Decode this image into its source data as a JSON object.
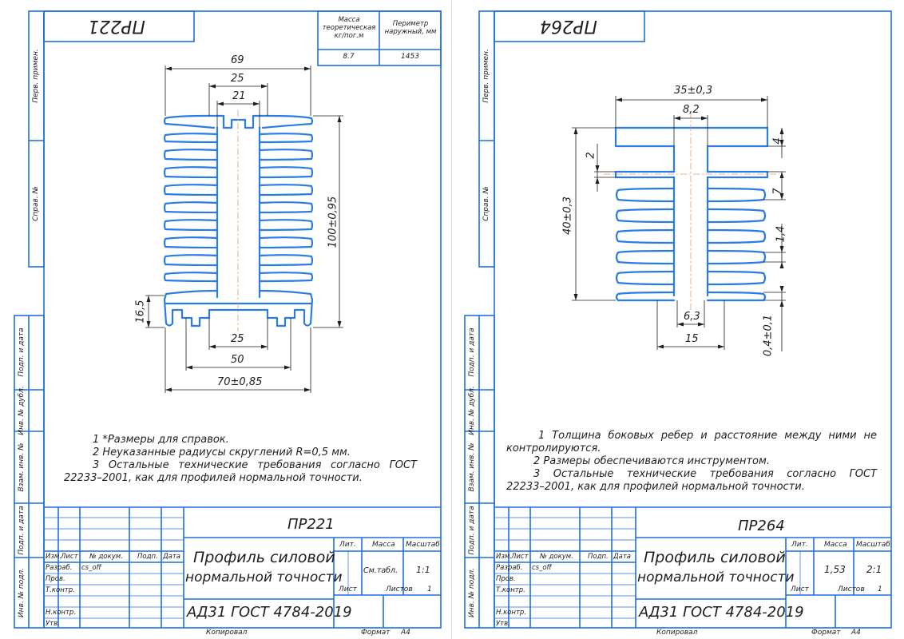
{
  "sheets": [
    {
      "code": "ПР221",
      "mass_header": "Масса теоретическая кг/пог.м",
      "perimeter_header": "Периметр наружный, мм",
      "mass_value": "8.7",
      "perimeter_value": "1453",
      "side_labels": [
        "Перв. примен.",
        "Справ. №",
        "Подп. и дата",
        "Инв. № дубл.",
        "Взам. инв. №",
        "Подп. и дата",
        "Инв. № подл."
      ],
      "dimensions": {
        "d69": "69",
        "d25_top": "25",
        "d21": "21",
        "d100": "100±0,95",
        "d16_5": "16,5",
        "d25_bottom": "25",
        "d50": "50",
        "d70": "70±0,85"
      },
      "notes": [
        "1 *Размеры для справок.",
        "2 Неуказанные радиусы скруглений R=0,5 мм.",
        "3 Остальные технические требования согласно ГОСТ",
        "22233–2001, как для профилей нормальной точности."
      ],
      "title_block": {
        "code": "ПР221",
        "name_line1": "Профиль силовой",
        "name_line2": "нормальной точности",
        "material": "АД31 ГОСТ 4784-2019",
        "cols": {
          "izm": "Изм.",
          "list": "Лист",
          "doc": "№ докум.",
          "sign": "Подп.",
          "date": "Дата"
        },
        "roles": [
          "Разраб.",
          "Пров.",
          "Т.контр.",
          "",
          "Н.контр.",
          "Утв."
        ],
        "developer": "cs_off",
        "lit": "Лит.",
        "mass": "Масса",
        "scale": "Масштаб",
        "mass_value": "См.табл.",
        "scale_value": "1:1",
        "sheet": "Лист",
        "sheets": "Листов",
        "sheets_value": "1",
        "copied": "Копировал",
        "format": "Формат",
        "format_value": "А4"
      }
    },
    {
      "code": "ПР264",
      "side_labels": [
        "Перв. примен.",
        "Справ. №",
        "Подп. и дата",
        "Инв. № дубл.",
        "Взам. инв. №",
        "Подп. и дата",
        "Инв. № подл."
      ],
      "dimensions": {
        "d35": "35±0,3",
        "d8_2": "8,2",
        "d4": "4",
        "d2": "2",
        "d7": "7",
        "d1_4": "1,4",
        "d40": "40±0,3",
        "d6_3": "6,3",
        "d15": "15",
        "d0_4": "0,4±0,1"
      },
      "notes": [
        "1 Толщина боковых ребер и расстояние между ними не",
        "контролируются.",
        "2 Размеры обеспечиваются инструментом.",
        "3 Остальные технические требования согласно ГОСТ",
        "22233–2001, как для профилей нормальной точности."
      ],
      "title_block": {
        "code": "ПР264",
        "name_line1": "Профиль силовой",
        "name_line2": "нормальной точности",
        "material": "АД31 ГОСТ 4784-2019",
        "cols": {
          "izm": "Изм.",
          "list": "Лист",
          "doc": "№ докум.",
          "sign": "Подп.",
          "date": "Дата"
        },
        "roles": [
          "Разраб.",
          "Пров.",
          "Т.контр.",
          "",
          "Н.контр.",
          "Утв."
        ],
        "developer": "cs_off",
        "lit": "Лит.",
        "mass": "Масса",
        "scale": "Масштаб",
        "mass_value": "1,53",
        "scale_value": "2:1",
        "sheet": "Лист",
        "sheets": "Листов",
        "sheets_value": "1",
        "copied": "Копировал",
        "format": "Формат",
        "format_value": "А4"
      }
    }
  ],
  "colors": {
    "frame": "#1e6fe0",
    "profile": "#2a7be6",
    "ink": "#1e1e1e",
    "center": "#e0a060"
  }
}
